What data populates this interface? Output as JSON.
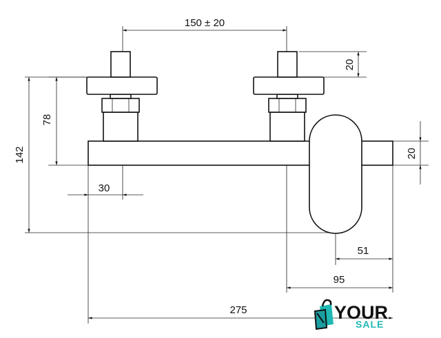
{
  "dimensions": {
    "spacing": "150 ± 20",
    "nut_height": "20",
    "height_78": "78",
    "height_142": "142",
    "width_30": "30",
    "outlet_20": "20",
    "width_51": "51",
    "width_95": "95",
    "width_275": "275"
  },
  "logo": {
    "word1": "YOUR",
    "word2": "SALE"
  },
  "colors": {
    "line": "#111111",
    "logo_accent": "#1fb8b4"
  }
}
